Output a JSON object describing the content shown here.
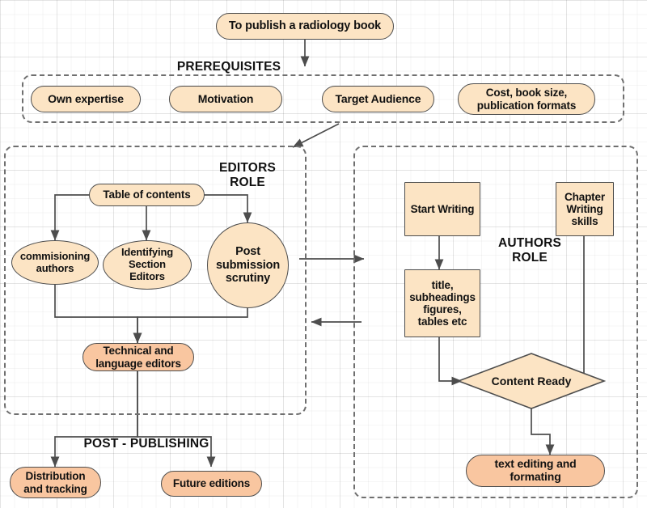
{
  "diagram": {
    "title": "To publish a radiology book",
    "type": "flowchart",
    "colors": {
      "peach": "#FCE4C4",
      "salmon": "#F9C6A0",
      "stroke": "#4d4d4d",
      "group_border": "#6f6f6f",
      "text": "#111111",
      "background": "#ffffff"
    }
  },
  "start": {
    "label": "To publish a radiology book"
  },
  "prerequisites": {
    "heading": "PREREQUISITES",
    "items": [
      {
        "label": "Own expertise"
      },
      {
        "label": "Motivation"
      },
      {
        "label": "Target Audience"
      },
      {
        "label": "Cost, book size,\npublication formats"
      }
    ]
  },
  "editors": {
    "heading": "EDITORS\nROLE",
    "nodes": [
      {
        "label": "Table of contents"
      },
      {
        "label": "commisioning\nauthors"
      },
      {
        "label": "Identifying\nSection\nEditors"
      },
      {
        "label": "Post\nsubmission\nscrutiny"
      },
      {
        "label": "Technical and\nlanguage editors"
      }
    ]
  },
  "authors": {
    "heading": "AUTHORS\nROLE",
    "nodes": [
      {
        "label": "Start Writing"
      },
      {
        "label": "Chapter\nWriting\nskills"
      },
      {
        "label": "title,\nsubheadings\nfigures,\ntables etc"
      },
      {
        "label": "Content Ready"
      },
      {
        "label": "text editing and\nformating"
      }
    ]
  },
  "post_publishing": {
    "heading": "POST - PUBLISHING",
    "nodes": [
      {
        "label": "Distribution\nand tracking"
      },
      {
        "label": "Future editions"
      }
    ]
  }
}
